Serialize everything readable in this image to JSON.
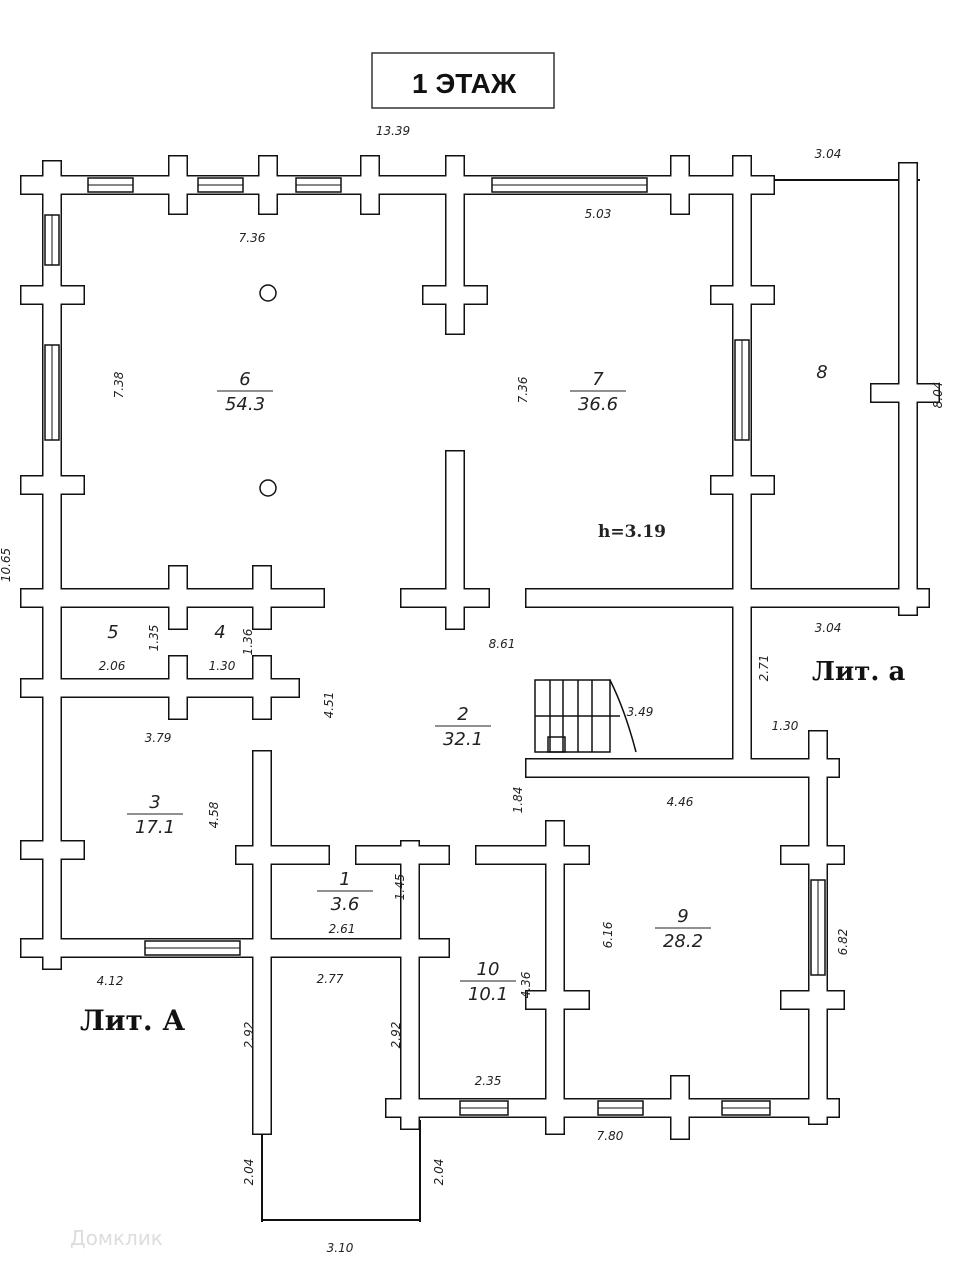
{
  "title": "1 ЭТАЖ",
  "height_note": "h=3.19",
  "lit_big": "Лит. А",
  "lit_small": "Лит. а",
  "watermark": "Домклик",
  "rooms": [
    {
      "num": "6",
      "area": "54.3"
    },
    {
      "num": "7",
      "area": "36.6"
    },
    {
      "num": "8",
      "area": ""
    },
    {
      "num": "5",
      "area": ""
    },
    {
      "num": "4",
      "area": ""
    },
    {
      "num": "2",
      "area": "32.1"
    },
    {
      "num": "3",
      "area": "17.1"
    },
    {
      "num": "1",
      "area": "3.6"
    },
    {
      "num": "10",
      "area": "10.1"
    },
    {
      "num": "9",
      "area": "28.2"
    }
  ],
  "dims": [
    "13.39",
    "3.04",
    "7.36",
    "5.03",
    "7.38",
    "7.36",
    "8.04",
    "3.04",
    "8.61",
    "1.35",
    "1.36",
    "2.06",
    "1.30",
    "3.79",
    "4.51",
    "2.71",
    "3.49",
    "1.30",
    "4.58",
    "1.84",
    "4.46",
    "1.45",
    "2.61",
    "2.77",
    "6.16",
    "6.82",
    "4.12",
    "4.36",
    "2.92",
    "2.92",
    "2.35",
    "7.80",
    "2.04",
    "2.04",
    "3.10",
    "10.65"
  ]
}
